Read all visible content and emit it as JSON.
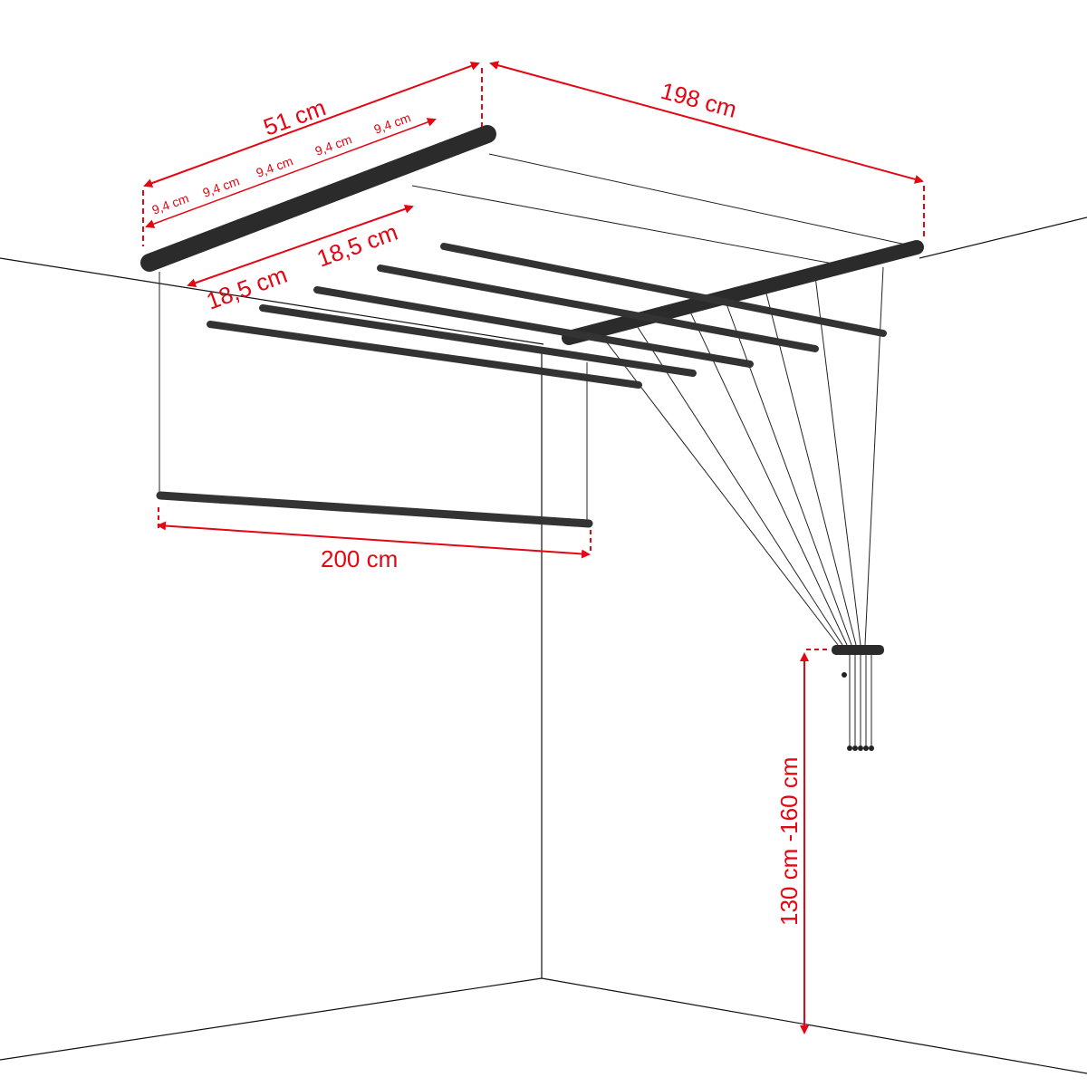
{
  "colors": {
    "dimension": "#e30613",
    "rack": "#2b2b2b",
    "line": "#1a1a1a"
  },
  "dimensions": {
    "rack_width": "51 cm",
    "rack_length": "198 cm",
    "rod_spacing": [
      "9,4 cm",
      "9,4 cm",
      "9,4 cm",
      "9,4 cm",
      "9,4 cm"
    ],
    "group_spacing": [
      "18,5 cm",
      "18,5 cm"
    ],
    "rod_length": "200 cm",
    "cleat_height": "130 cm -160 cm"
  }
}
